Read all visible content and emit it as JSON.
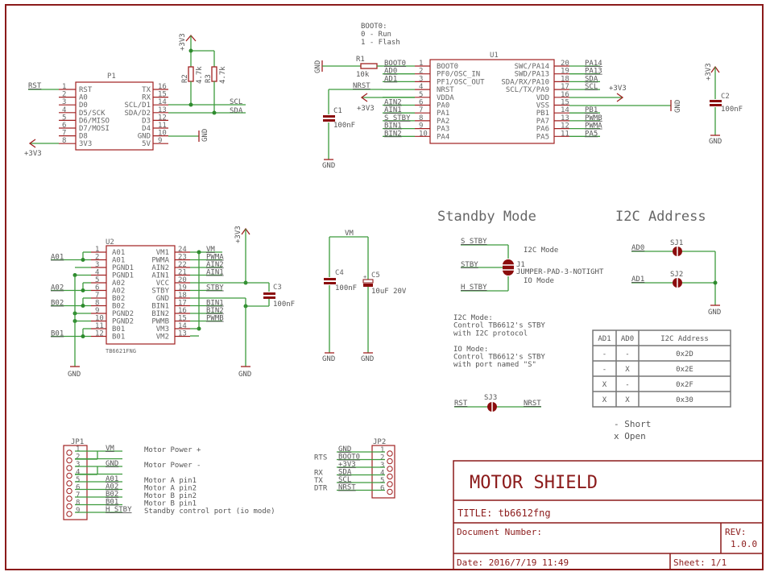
{
  "colors": {
    "frame": "#8b1a1a",
    "wire": "#3c9a3c",
    "part": "#a02020",
    "text": "#666666"
  },
  "p1": {
    "ref": "P1",
    "left_pins": [
      {
        "num": "1",
        "name": "RST"
      },
      {
        "num": "2",
        "name": "A0"
      },
      {
        "num": "3",
        "name": "D0"
      },
      {
        "num": "4",
        "name": "D5/SCK"
      },
      {
        "num": "5",
        "name": "D6/MISO"
      },
      {
        "num": "6",
        "name": "D7/MOSI"
      },
      {
        "num": "7",
        "name": "D8"
      },
      {
        "num": "8",
        "name": "3V3"
      }
    ],
    "right_pins": [
      {
        "num": "16",
        "name": "TX"
      },
      {
        "num": "15",
        "name": "RX"
      },
      {
        "num": "14",
        "name": "SCL/D1"
      },
      {
        "num": "13",
        "name": "SDA/D2"
      },
      {
        "num": "12",
        "name": "D3"
      },
      {
        "num": "11",
        "name": "D4"
      },
      {
        "num": "10",
        "name": "GND"
      },
      {
        "num": "9",
        "name": "5V"
      }
    ],
    "rst_net": "RST",
    "v33_label": "+3V3",
    "scl_net": "SCL",
    "sda_net": "SDA",
    "gnd_label": "GND",
    "r2": {
      "ref": "R2",
      "value": "4.7k"
    },
    "r3": {
      "ref": "R3",
      "value": "4.7k"
    },
    "pullup_label": "+3V3"
  },
  "boot_note": [
    "BOOT0:",
    "0 - Run",
    "1 - Flash"
  ],
  "u1": {
    "ref": "U1",
    "left_pins": [
      {
        "num": "1",
        "name": "BOOT0",
        "net": "BOOT0"
      },
      {
        "num": "2",
        "name": "PF0/OSC_IN",
        "net": "AD0"
      },
      {
        "num": "3",
        "name": "PF1/OSC_OUT",
        "net": "AD1"
      },
      {
        "num": "4",
        "name": "NRST",
        "net": "NRST"
      },
      {
        "num": "5",
        "name": "VDDA",
        "net": ""
      },
      {
        "num": "6",
        "name": "PA0",
        "net": "AIN2"
      },
      {
        "num": "7",
        "name": "PA1",
        "net": "AIN1"
      },
      {
        "num": "8",
        "name": "PA2",
        "net": "S_STBY"
      },
      {
        "num": "9",
        "name": "PA3",
        "net": "BIN1"
      },
      {
        "num": "10",
        "name": "PA4",
        "net": "BIN2"
      }
    ],
    "right_pins": [
      {
        "num": "20",
        "name": "SWC/PA14",
        "net": "PA14"
      },
      {
        "num": "19",
        "name": "SWD/PA13",
        "net": "PA13"
      },
      {
        "num": "18",
        "name": "SDA/RX/PA10",
        "net": "SDA"
      },
      {
        "num": "17",
        "name": "SCL/TX/PA9",
        "net": "SCL"
      },
      {
        "num": "16",
        "name": "VDD",
        "net": ""
      },
      {
        "num": "15",
        "name": "VSS",
        "net": ""
      },
      {
        "num": "14",
        "name": "PB1",
        "net": "PB1"
      },
      {
        "num": "13",
        "name": "PA7",
        "net": "PWMB"
      },
      {
        "num": "12",
        "name": "PA6",
        "net": "PWMA"
      },
      {
        "num": "11",
        "name": "PA5",
        "net": "PA5"
      }
    ],
    "r1": {
      "ref": "R1",
      "value": "10k"
    },
    "c1": {
      "ref": "C1",
      "value": "100nF"
    },
    "nrst_net": "NRST",
    "v33_label": "+3V3",
    "v33_right": "+3V3",
    "gnd_label": "GND"
  },
  "c2": {
    "ref": "C2",
    "value": "100nF",
    "supply": "+3V3",
    "gnd": "GND"
  },
  "u2": {
    "ref": "U2",
    "part": "TB6621FNG",
    "left_pins": [
      {
        "num": "1",
        "name": "A01"
      },
      {
        "num": "2",
        "name": "A01"
      },
      {
        "num": "3",
        "name": "PGND1"
      },
      {
        "num": "4",
        "name": "PGND1"
      },
      {
        "num": "5",
        "name": "A02"
      },
      {
        "num": "6",
        "name": "A02"
      },
      {
        "num": "7",
        "name": "B02"
      },
      {
        "num": "8",
        "name": "B02"
      },
      {
        "num": "9",
        "name": "PGND2"
      },
      {
        "num": "10",
        "name": "PGND2"
      },
      {
        "num": "11",
        "name": "B01"
      },
      {
        "num": "12",
        "name": "B01"
      }
    ],
    "right_pins": [
      {
        "num": "24",
        "name": "VM1",
        "net": "VM"
      },
      {
        "num": "23",
        "name": "PWMA",
        "net": "PWMA"
      },
      {
        "num": "22",
        "name": "AIN2",
        "net": "AIN2"
      },
      {
        "num": "21",
        "name": "AIN1",
        "net": "AIN1"
      },
      {
        "num": "20",
        "name": "VCC",
        "net": ""
      },
      {
        "num": "19",
        "name": "STBY",
        "net": "STBY"
      },
      {
        "num": "18",
        "name": "GND",
        "net": ""
      },
      {
        "num": "17",
        "name": "BIN1",
        "net": "BIN1"
      },
      {
        "num": "16",
        "name": "BIN2",
        "net": "BIN2"
      },
      {
        "num": "15",
        "name": "PWMB",
        "net": "PWMB"
      },
      {
        "num": "14",
        "name": "VM3",
        "net": ""
      },
      {
        "num": "13",
        "name": "VM2",
        "net": ""
      }
    ],
    "left_nets": [
      "A01",
      "A02",
      "B02",
      "B01"
    ],
    "c3": {
      "ref": "C3",
      "value": "100nF"
    },
    "supply": "+3V3",
    "gnd_left": "GND",
    "gnd_right": "GND"
  },
  "vm_caps": {
    "net": "VM",
    "c4": {
      "ref": "C4",
      "value": "100nF"
    },
    "c5": {
      "ref": "C5",
      "value": "10uF 20V"
    },
    "gnd": "GND"
  },
  "standby": {
    "heading": "Standby Mode",
    "nets": [
      "S_STBY",
      "STBY",
      "H_STBY"
    ],
    "jumper_ref": "J1",
    "jumper_part": "JUMPER-PAD-3-NOTIGHT",
    "i2c_mode": "I2C Mode",
    "io_mode": "IO Mode",
    "notes": [
      "I2C Mode:",
      "Control TB6612's STBY",
      "with I2C protocol",
      "",
      "IO Mode:",
      "Control TB6612's STBY",
      "with port named \"S\""
    ],
    "sj3": {
      "ref": "SJ3",
      "left": "RST",
      "right": "NRST"
    }
  },
  "i2c": {
    "heading": "I2C Address",
    "sj1": {
      "ref": "SJ1",
      "net": "AD0"
    },
    "sj2": {
      "ref": "SJ2",
      "net": "AD1"
    },
    "gnd": "GND",
    "table": {
      "headers": [
        "AD1",
        "AD0",
        "I2C Address"
      ],
      "rows": [
        [
          "-",
          "-",
          "0x2D"
        ],
        [
          "-",
          "X",
          "0x2E"
        ],
        [
          "X",
          "-",
          "0x2F"
        ],
        [
          "X",
          "X",
          "0x30"
        ]
      ]
    },
    "legend": [
      "- Short",
      "x Open"
    ]
  },
  "jp1": {
    "ref": "JP1",
    "pins": [
      {
        "num": "1",
        "net": "VM",
        "desc": "Motor Power +"
      },
      {
        "num": "2",
        "net": "",
        "desc": ""
      },
      {
        "num": "3",
        "net": "GND",
        "desc": "Motor Power -"
      },
      {
        "num": "4",
        "net": "",
        "desc": ""
      },
      {
        "num": "5",
        "net": "A01",
        "desc": "Motor A pin1"
      },
      {
        "num": "6",
        "net": "A02",
        "desc": "Motor A pin2"
      },
      {
        "num": "7",
        "net": "B02",
        "desc": "Motor B pin2"
      },
      {
        "num": "8",
        "net": "B01",
        "desc": "Motor B pin1"
      },
      {
        "num": "9",
        "net": "H_STBY",
        "desc": "Standby control port (io mode)"
      }
    ]
  },
  "jp2": {
    "ref": "JP2",
    "pins": [
      {
        "num": "1",
        "net": "GND",
        "alias": ""
      },
      {
        "num": "2",
        "net": "BOOT0",
        "alias": "RTS"
      },
      {
        "num": "3",
        "net": "+3V3",
        "alias": ""
      },
      {
        "num": "4",
        "net": "SDA",
        "alias": "RX"
      },
      {
        "num": "5",
        "net": "SCL",
        "alias": "TX"
      },
      {
        "num": "6",
        "net": "NRST",
        "alias": "DTR"
      }
    ]
  },
  "title_block": {
    "name": "MOTOR SHIELD",
    "title": "TITLE: tb6612fng",
    "doc_number": "Document Number:",
    "rev_label": "REV:",
    "rev_value": "1.0.0",
    "date": "Date: 2016/7/19 11:49",
    "sheet": "Sheet: 1/1"
  }
}
